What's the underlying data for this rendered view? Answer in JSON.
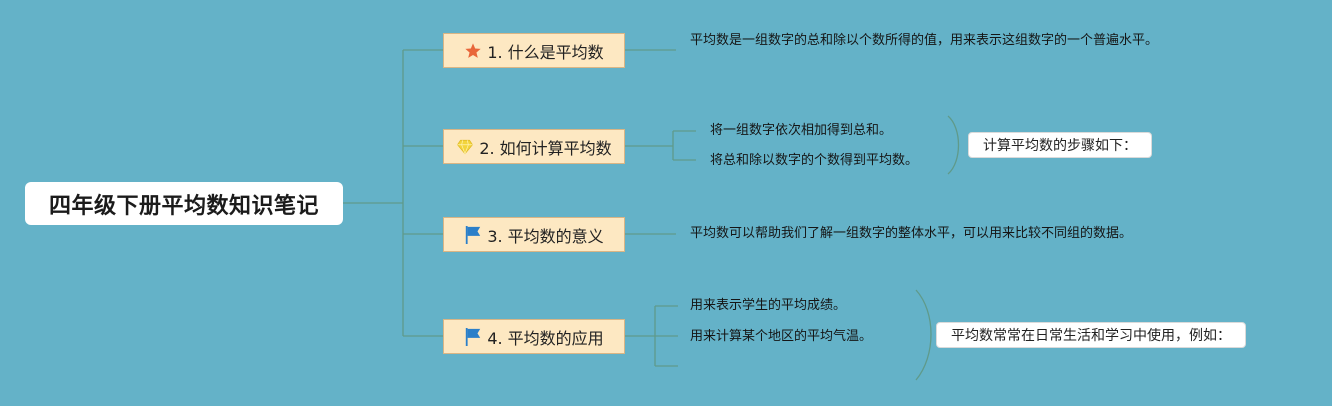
{
  "root": {
    "title": "四年级下册平均数知识笔记"
  },
  "topics": [
    {
      "label": "1. 什么是平均数",
      "icon": "star-icon",
      "icon_color": "#e8663a",
      "details": [
        "平均数是一组数字的总和除以个数所得的值，用来表示这组数字的一个普遍水平。"
      ]
    },
    {
      "label": "2. 如何计算平均数",
      "icon": "gem-icon",
      "icon_color": "#f2d43c",
      "details": [
        "将一组数字依次相加得到总和。",
        "将总和除以数字的个数得到平均数。"
      ],
      "summary": "计算平均数的步骤如下："
    },
    {
      "label": "3. 平均数的意义",
      "icon": "flag-icon",
      "icon_color": "#2b7fc9",
      "details": [
        "平均数可以帮助我们了解一组数字的整体水平，可以用来比较不同组的数据。"
      ]
    },
    {
      "label": "4. 平均数的应用",
      "icon": "flag-icon",
      "icon_color": "#2b7fc9",
      "details": [
        "用来表示学生的平均成绩。",
        "用来计算某个地区的平均气温。"
      ],
      "summary": "平均数常常在日常生活和学习中使用，例如："
    }
  ],
  "colors": {
    "background": "#64b2c8",
    "connector": "#5f9a8a",
    "topic_fill": "#fde8c2"
  }
}
